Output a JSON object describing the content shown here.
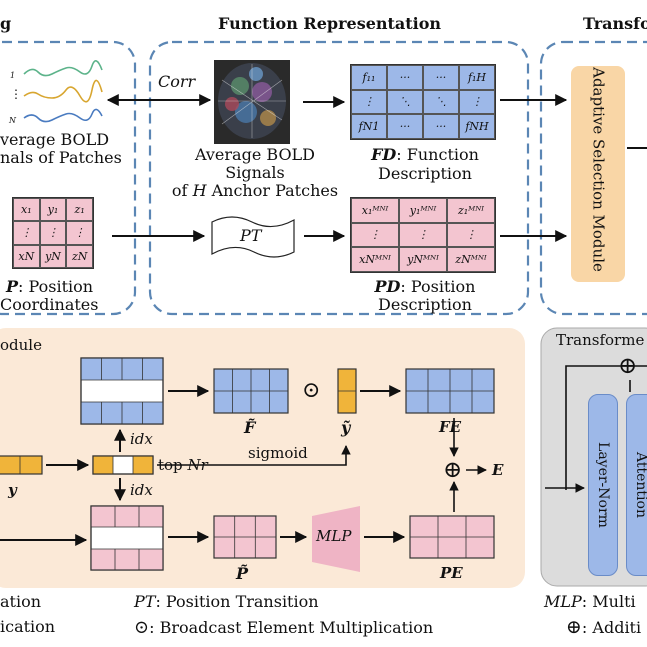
{
  "sections": {
    "top_left_title": "g",
    "function_representation": "Function Representation",
    "top_right_title": "Transfo",
    "bottom_left_title": "odule",
    "transformer_partial": "Transforme"
  },
  "signal_labels": {
    "index_1": "1",
    "index_dots": "⋮",
    "index_n": "N",
    "bold_line1": "verage BOLD",
    "bold_line2": "nals of Patches",
    "corr": "Corr",
    "anchor_line1": "Average BOLD",
    "anchor_line2": "Signals",
    "anchor_line3_pre": "of ",
    "anchor_line3_h": "H",
    "anchor_line3_post": " Anchor Patches",
    "pt": "PT"
  },
  "matrices": {
    "fd_cells": [
      "f₁₁",
      "···",
      "···",
      "f₁H",
      "⋮",
      "⋱",
      "⋱",
      "⋮",
      "fN1",
      "···",
      "···",
      "fNH"
    ],
    "fd_label_bold": "FD",
    "fd_label_rest": ": Function",
    "fd_label_line2": "Description",
    "p_cells": [
      "x₁",
      "y₁",
      "z₁",
      "⋮",
      "⋮",
      "⋮",
      "xN",
      "yN",
      "zN"
    ],
    "p_label_bold": "P",
    "p_label_rest": ": Position",
    "p_label_line2": "Coordinates",
    "pd_cells": [
      "x₁ᴹᴺᴵ",
      "y₁ᴹᴺᴵ",
      "z₁ᴹᴺᴵ",
      "⋮",
      "⋮",
      "⋮",
      "xNᴹᴺᴵ",
      "yNᴹᴺᴵ",
      "zNᴹᴺᴵ"
    ],
    "pd_label_bold": "PD",
    "pd_label_rest": ": Position",
    "pd_label_line2": "Description"
  },
  "adaptive_module": "Adaptive Selection Module",
  "module_labels": {
    "idx_up": "idx",
    "idx_down": "idx",
    "y": "y",
    "top_nr_pre": "top ",
    "top_nr_it": "Nr",
    "f_tilde": "F̃",
    "sigmoid": "sigmoid",
    "odot": "⊙",
    "y_tilde": "ỹ",
    "fe": "FE",
    "oplus": "⊕",
    "e": "E",
    "mlp": "MLP",
    "p_tilde": "P̃",
    "pe": "PE"
  },
  "transformer": {
    "layer_norm": "Layer-Norm",
    "attention": "Attention",
    "oplus": "⊕"
  },
  "legend": {
    "line1_left": "ation",
    "line2_left": "ication",
    "pt_key": "PT",
    "pt_desc": ": Position Transition",
    "odot": "⊙",
    "odot_desc": ": Broadcast Element Multiplication",
    "mlp_key": "MLP",
    "mlp_desc": ": Multi",
    "oplus": "⊕",
    "oplus_desc": ": Additi"
  },
  "colors": {
    "blue_cell": "#9db8e8",
    "pink_cell": "#f3c5d0",
    "orange_cell": "#f0b43a",
    "module_bg": "#fbe9d7",
    "transformer_bg": "#dcdcdc",
    "dashed_border": "#5b86b4",
    "adaptive_bg": "#f9d6a6",
    "mlp_fill": "#efb4c5"
  }
}
